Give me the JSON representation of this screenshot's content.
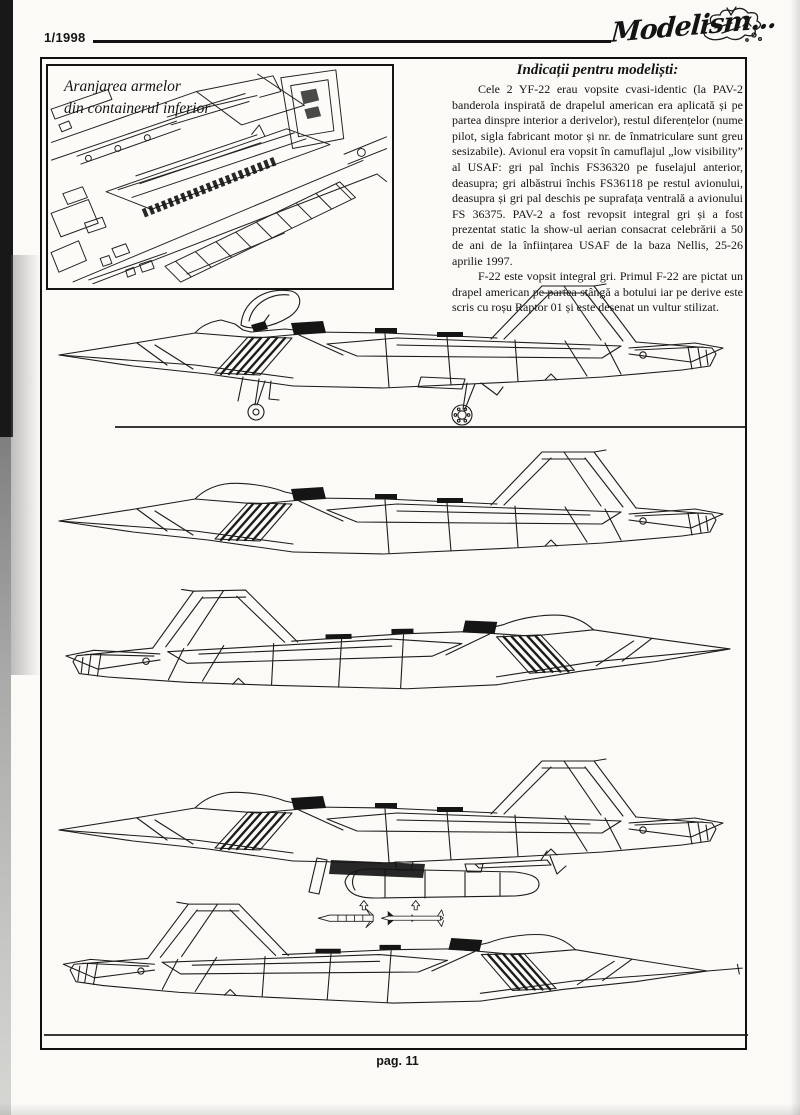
{
  "page": {
    "issue": "1/1998",
    "logo_text": "Modelism...",
    "footer": "pag. 11"
  },
  "inset": {
    "caption_line1": "Aranjarea armelor",
    "caption_line2": "din containerul inferior",
    "figure": "weapons-bay-cutaway-drawing"
  },
  "article": {
    "title": "Indicații pentru modeliști:",
    "paragraphs": [
      "Cele 2 YF-22 erau vopsite cvasi-identic (la PAV-2 banderola inspirată de drapelul american era aplicată și pe partea dinspre interior a derivelor), restul diferențelor (nume pilot, sigla fabricant motor și nr. de înmatriculare sunt greu sesizabile). Avionul era vopsit în camuflajul „low visibility” al USAF: gri pal închis FS36320 pe fuselajul anterior, deasupra; gri albăstrui închis FS36118 pe restul avionului, deasupra și gri pal deschis pe suprafața ventrală a avionului FS 36375. PAV-2 a fost revopsit integral gri și a fost prezentat static la show-ul aerian consacrat celebrării a 50 de ani de la înființarea USAF de la baza Nellis, 25-26 aprilie 1997.",
      "F-22 este vopsit integral gri. Primul F-22 are pictat un drapel american pe partea stângă a botului iar pe derive este scris cu roșu Raptor 01 și este desenat un vultur stilizat."
    ]
  },
  "figures": [
    {
      "name": "yf22-side-view-canopy-open-gear-down",
      "facing": "left",
      "canopy": "open",
      "gear": "down",
      "ground": true
    },
    {
      "name": "yf22-side-view-in-flight",
      "facing": "left"
    },
    {
      "name": "yf22-side-view-in-flight-facing-right",
      "facing": "right"
    },
    {
      "name": "yf22-side-view-weapons-bay-open",
      "facing": "left",
      "bay": true
    },
    {
      "name": "missile-pair-aim9-aim120",
      "type": "missiles"
    },
    {
      "name": "f22-side-view-pitot-facing-right",
      "facing": "right",
      "pitot": true,
      "ground": true
    }
  ],
  "ink_color": "#1c1c1c"
}
